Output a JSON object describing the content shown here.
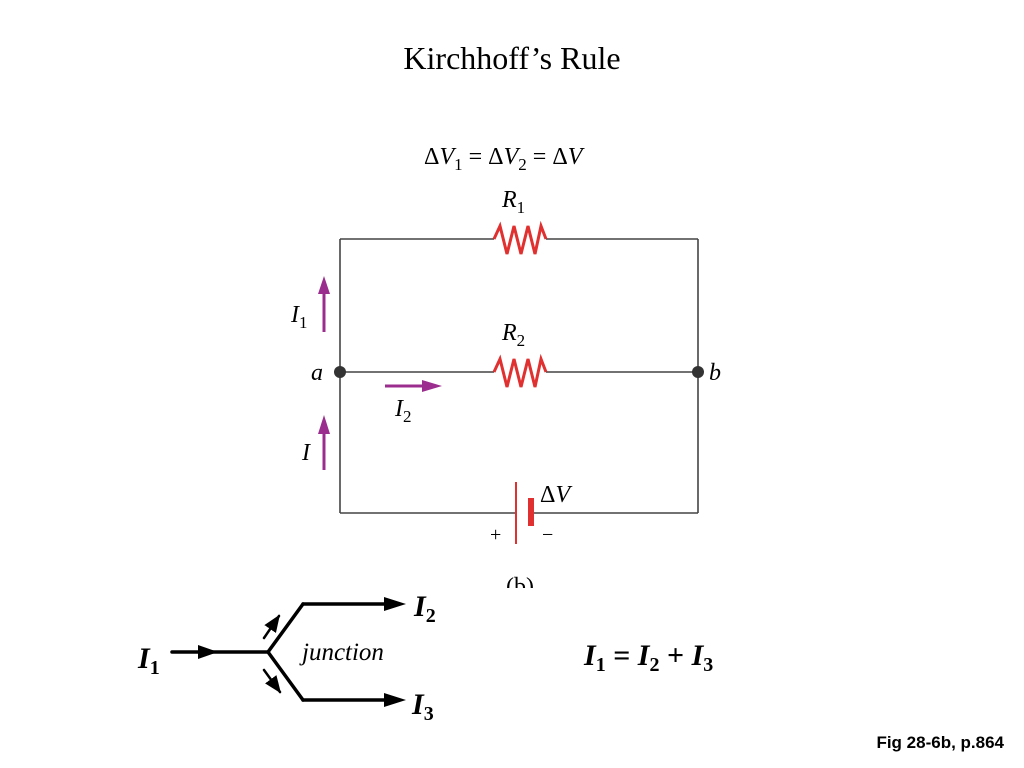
{
  "slide": {
    "title": "Kirchhoff’s Rule",
    "caption": "Fig 28-6b, p.864"
  },
  "circuit": {
    "equation": {
      "d1": "Δ",
      "v1": "V",
      "s1": "1",
      "eq1": " = ",
      "d2": "Δ",
      "v2": "V",
      "s2": "2",
      "eq2": " = ",
      "d3": "Δ",
      "v3": "V"
    },
    "r1": {
      "sym": "R",
      "sub": "1"
    },
    "r2": {
      "sym": "R",
      "sub": "2"
    },
    "i1": {
      "sym": "I",
      "sub": "1"
    },
    "i2": {
      "sym": "I",
      "sub": "2"
    },
    "i": {
      "sym": "I"
    },
    "node_a": "a",
    "node_b": "b",
    "battery": {
      "delta": "Δ",
      "v": "V",
      "plus": "+",
      "minus": "−"
    },
    "panel_label": "(b)"
  },
  "junction": {
    "label": "junction",
    "in_current": {
      "sym": "I",
      "sub": "1"
    },
    "out_top": {
      "sym": "I",
      "sub": "2"
    },
    "out_bottom": {
      "sym": "I",
      "sub": "3"
    },
    "equation": {
      "a": "I",
      "as": "1",
      "eq": " = ",
      "b": "I",
      "bs": "2",
      "plus": " + ",
      "c": "I",
      "cs": "3"
    }
  },
  "colors": {
    "wire": "#444444",
    "resistor": "#e03030",
    "current_arrow": "#9b2d8e",
    "node": "#333333"
  }
}
